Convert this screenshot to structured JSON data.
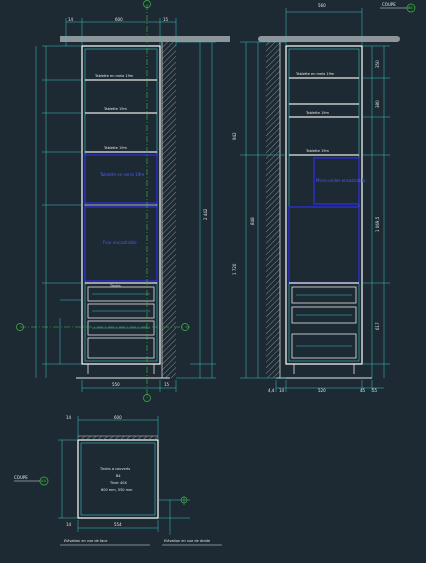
{
  "section_tags": {
    "top_right_label": "COUPE",
    "top_right_ref": "BB",
    "bottom_left_label": "COUPE",
    "bottom_left_ref": "AA"
  },
  "left_elevation": {
    "top_dims": [
      "14",
      "600",
      "15"
    ],
    "total_height_right": "2 442",
    "shelves": [
      "Tablette en mela 19m",
      "Tablette 19m",
      "Tablette 19m"
    ],
    "blue_labels": [
      "Tablette en verre 19m",
      "Four encastrable"
    ],
    "drawer_text": "Tiroirs",
    "bottom_dims": [
      "550",
      "15"
    ]
  },
  "right_elevation": {
    "top_dim": "560",
    "left_dims": [
      "942",
      "1 720"
    ],
    "inner_dims": [
      "848"
    ],
    "right_dims": [
      "350",
      "380",
      "1 069,5",
      "617"
    ],
    "shelves": [
      "Tablette en mela 19m",
      "Tablette 19m",
      "Tablette 19m"
    ],
    "blue_label": "Micro-ondes encastrable",
    "bottom_dims": [
      "4,4",
      "14",
      "520",
      "45",
      "55"
    ]
  },
  "plan_view": {
    "top_dims": [
      "600",
      "14"
    ],
    "center_text": [
      "Tiroirs a couverts",
      "B4",
      "Tiroir 40X",
      "600 mm, 550 mm"
    ],
    "bottom_dims": [
      "14",
      "554"
    ],
    "footer_left": "Elévation en vue de face",
    "footer_right": "Elévation en vue de droite"
  },
  "colors": {
    "background": "#1e2a33",
    "line_white": "#e6e6e6",
    "line_cyan": "#39c6c6",
    "dim_green": "#3cbf3c",
    "appliance_blue": "#2b2fd0"
  }
}
